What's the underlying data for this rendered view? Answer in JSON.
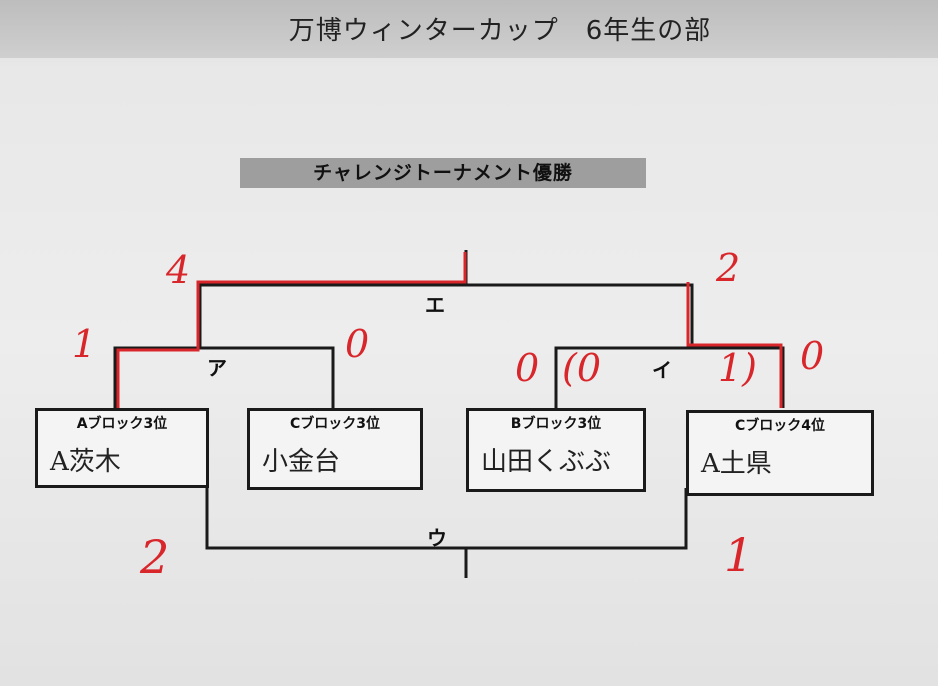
{
  "header": {
    "title": "万博ウィンターカップ　6年生の部"
  },
  "subtitle": "チャレンジトーナメント優勝",
  "teams": [
    {
      "block": "Aブロック3位",
      "name": "A茨木"
    },
    {
      "block": "Cブロック3位",
      "name": "小金台"
    },
    {
      "block": "Bブロック3位",
      "name": "山田くぶぶ"
    },
    {
      "block": "Cブロック4位",
      "name": "A土県"
    }
  ],
  "matches": {
    "a": "ア",
    "i": "イ",
    "u": "ウ",
    "e": "エ"
  },
  "scores": {
    "e_left": "4",
    "e_right": "2",
    "a_left": "1",
    "a_right": "0",
    "i_left_outer": "0",
    "i_left_inner": "(0",
    "i_right_inner": "1)",
    "i_right_outer": "0",
    "u_left": "2",
    "u_right": "1"
  },
  "colors": {
    "winner_line": "#d8262b",
    "bracket_line": "#1a1a1a"
  }
}
